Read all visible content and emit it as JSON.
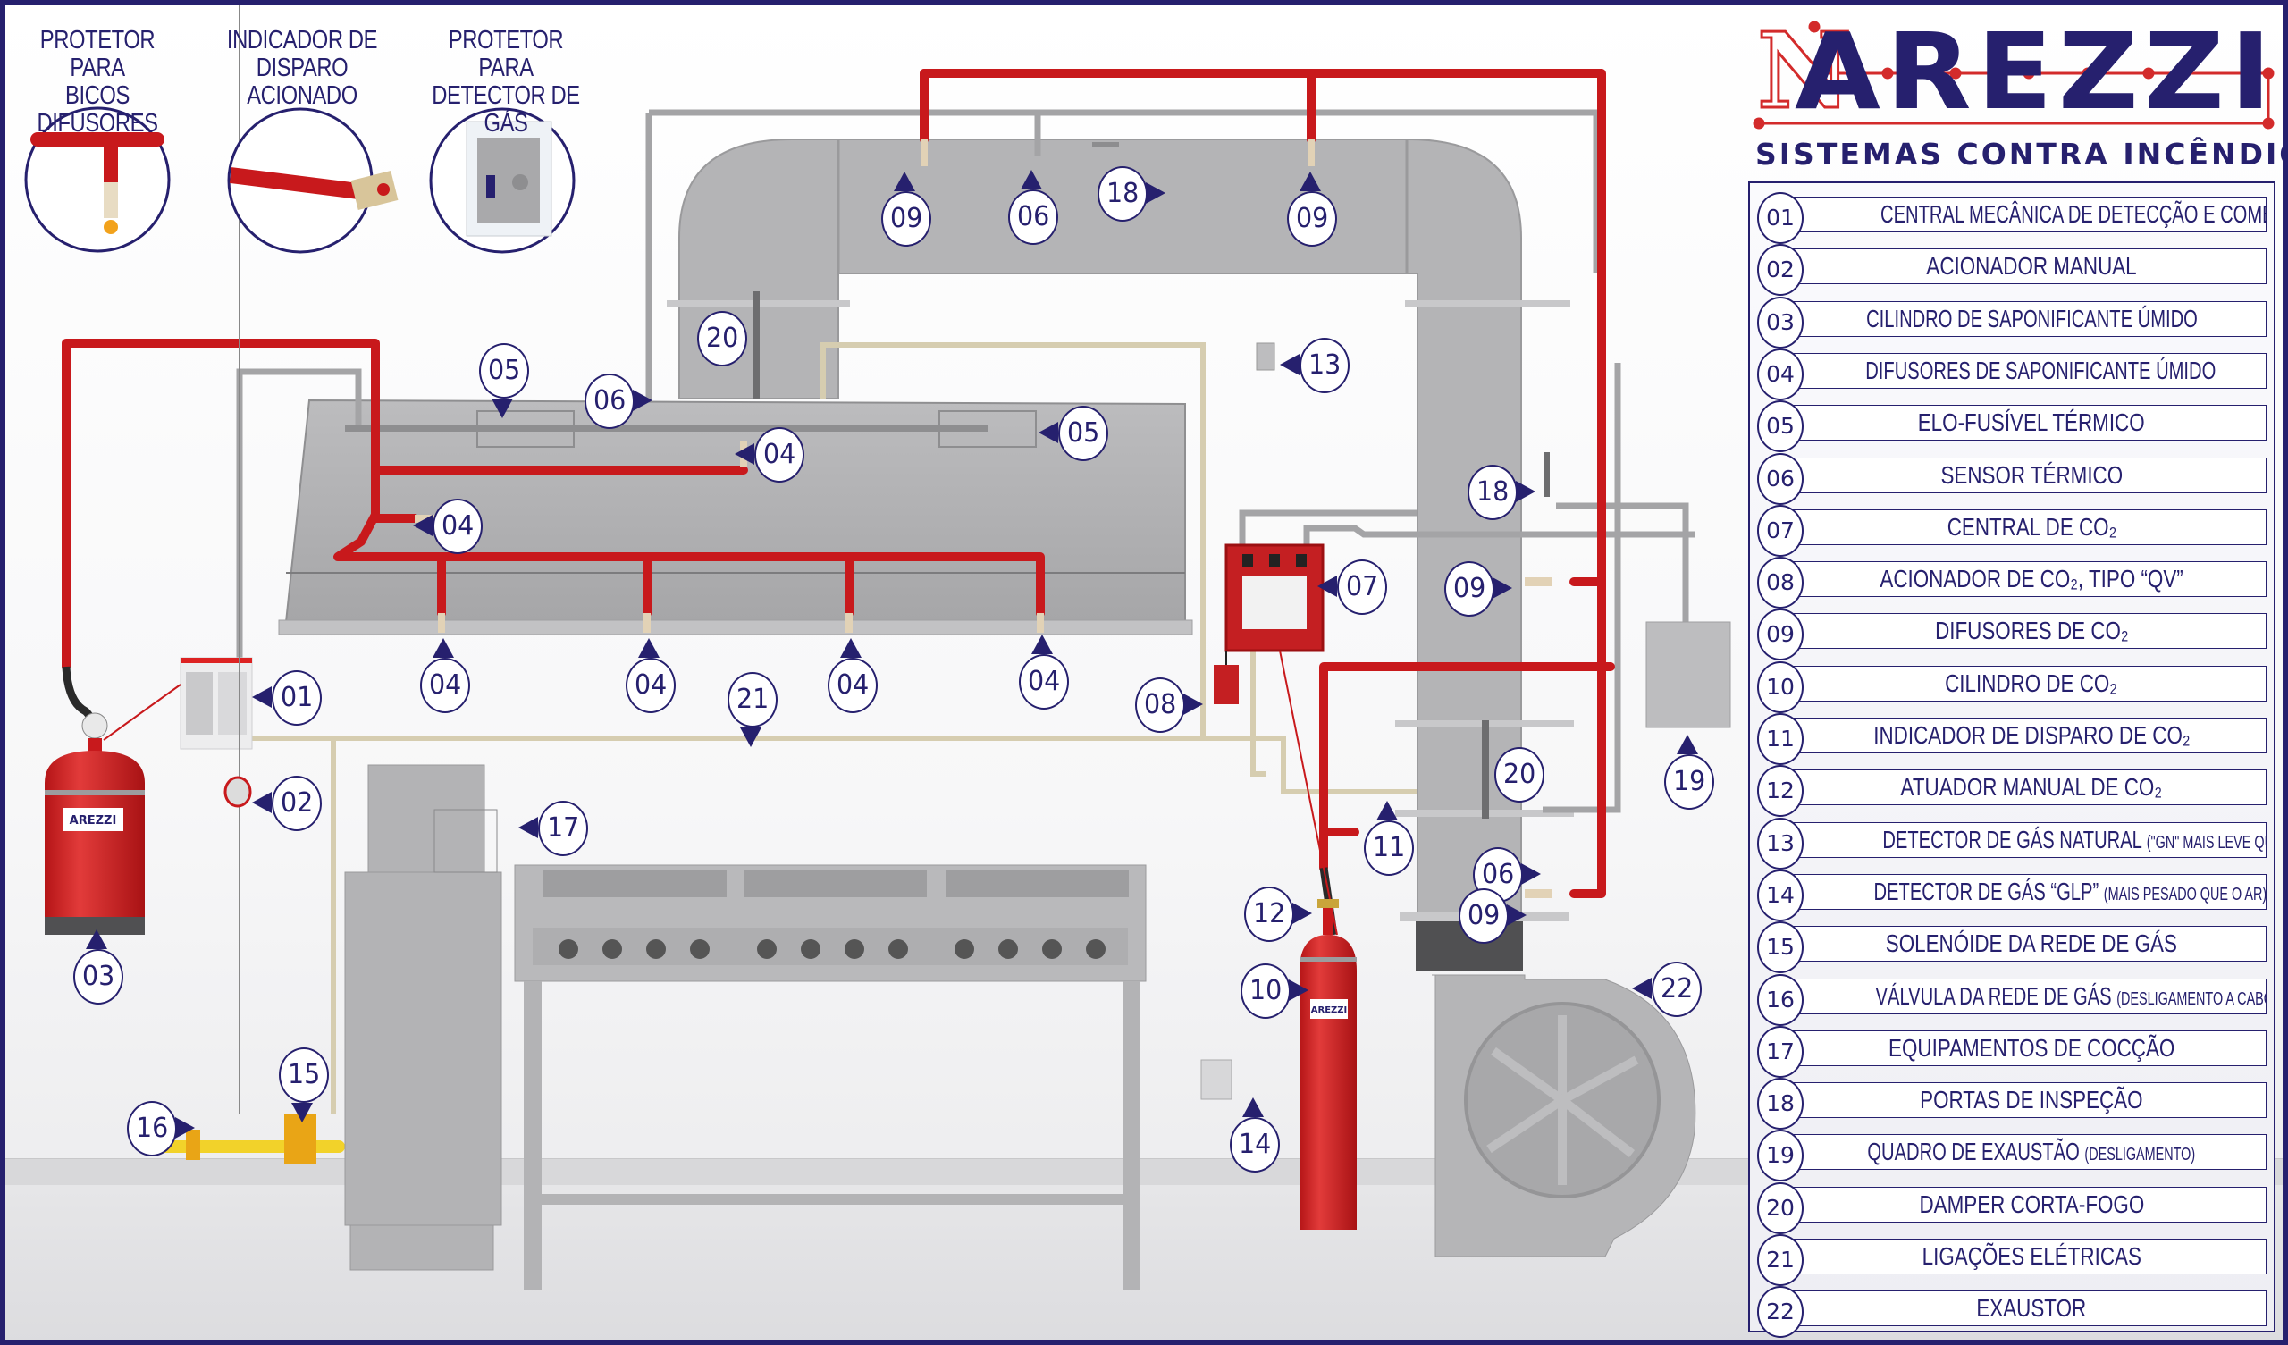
{
  "brand": {
    "name": "ARE­ZZI",
    "name_text": "AREZZI",
    "initial": "N",
    "tagline": "SISTEMAS CONTRA INCÊNDIO",
    "colors": {
      "navy": "#26206e",
      "red": "#d32b2b",
      "pipe_red": "#c8191c",
      "steel": "#a8a8aa",
      "cable_beige": "#d8cfb2",
      "gas_yellow": "#f2d22a"
    }
  },
  "details": [
    {
      "title_line1": "PROTETOR PARA",
      "title_line2": "BICOS DIFUSORES",
      "icon": "nozzle-protector-icon"
    },
    {
      "title_line1": "INDICADOR DE",
      "title_line2": "DISPARO ACIONADO",
      "icon": "discharge-indicator-icon"
    },
    {
      "title_line1": "PROTETOR PARA",
      "title_line2": "DETECTOR DE GÁS",
      "icon": "gas-detector-protector-icon"
    }
  ],
  "legend": [
    {
      "num": "01",
      "label": "CENTRAL MECÂNICA DE DETECÇÃO E COMBATE",
      "note": ""
    },
    {
      "num": "02",
      "label": "ACIONADOR MANUAL",
      "note": ""
    },
    {
      "num": "03",
      "label": "CILINDRO DE SAPONIFICANTE ÚMIDO",
      "note": ""
    },
    {
      "num": "04",
      "label": "DIFUSORES DE SAPONIFICANTE ÚMIDO",
      "note": ""
    },
    {
      "num": "05",
      "label": "ELO-FUSÍVEL TÉRMICO",
      "note": ""
    },
    {
      "num": "06",
      "label": "SENSOR TÉRMICO",
      "note": ""
    },
    {
      "num": "07",
      "label": "CENTRAL DE CO₂",
      "note": ""
    },
    {
      "num": "08",
      "label": "ACIONADOR DE CO₂, TIPO “QV”",
      "note": ""
    },
    {
      "num": "09",
      "label": "DIFUSORES DE CO₂",
      "note": ""
    },
    {
      "num": "10",
      "label": "CILINDRO DE CO₂",
      "note": ""
    },
    {
      "num": "11",
      "label": "INDICADOR DE DISPARO DE CO₂",
      "note": ""
    },
    {
      "num": "12",
      "label": "ATUADOR MANUAL DE CO₂",
      "note": ""
    },
    {
      "num": "13",
      "label": "DETECTOR DE GÁS NATURAL",
      "note": "(\"GN\" MAIS LEVE QUE O AR)"
    },
    {
      "num": "14",
      "label": "DETECTOR DE GÁS “GLP”",
      "note": "(MAIS PESADO QUE O AR)"
    },
    {
      "num": "15",
      "label": "SOLENÓIDE DA REDE DE GÁS",
      "note": ""
    },
    {
      "num": "16",
      "label": "VÁLVULA DA REDE DE GÁS",
      "note": "(DESLIGAMENTO A CABO)"
    },
    {
      "num": "17",
      "label": "EQUIPAMENTOS DE COCÇÃO",
      "note": ""
    },
    {
      "num": "18",
      "label": "PORTAS DE INSPEÇÃO",
      "note": ""
    },
    {
      "num": "19",
      "label": "QUADRO DE EXAUSTÃO",
      "note": "(DESLIGAMENTO)"
    },
    {
      "num": "20",
      "label": "DAMPER CORTA-FOGO",
      "note": ""
    },
    {
      "num": "21",
      "label": "LIGAÇÕES ELÉTRICAS",
      "note": ""
    },
    {
      "num": "22",
      "label": "EXAUSTOR",
      "note": ""
    }
  ],
  "callouts": [
    {
      "num": "01",
      "target": "central-mecanica",
      "dir": "left"
    },
    {
      "num": "02",
      "target": "acionador-manual",
      "dir": "left"
    },
    {
      "num": "03",
      "target": "cilindro-saponificante",
      "dir": "up"
    },
    {
      "num": "04",
      "target": "difusor-coifa-1",
      "dir": "up"
    },
    {
      "num": "04",
      "target": "difusor-coifa-2",
      "dir": "up"
    },
    {
      "num": "04",
      "target": "difusor-coifa-3",
      "dir": "up"
    },
    {
      "num": "04",
      "target": "difusor-coifa-4",
      "dir": "up"
    },
    {
      "num": "04",
      "target": "difusor-plenum-1",
      "dir": "left"
    },
    {
      "num": "04",
      "target": "difusor-plenum-2",
      "dir": "left"
    },
    {
      "num": "05",
      "target": "elo-fusivel-1",
      "dir": "down"
    },
    {
      "num": "05",
      "target": "elo-fusivel-2",
      "dir": "left"
    },
    {
      "num": "06",
      "target": "sensor-coifa",
      "dir": "right"
    },
    {
      "num": "06",
      "target": "sensor-duto-topo",
      "dir": "up"
    },
    {
      "num": "06",
      "target": "sensor-duto-vertical",
      "dir": "right"
    },
    {
      "num": "07",
      "target": "central-co2",
      "dir": "left"
    },
    {
      "num": "08",
      "target": "acionador-qv",
      "dir": "right"
    },
    {
      "num": "09",
      "target": "difusor-co2-1",
      "dir": "up"
    },
    {
      "num": "09",
      "target": "difusor-co2-2",
      "dir": "up"
    },
    {
      "num": "09",
      "target": "difusor-co2-3",
      "dir": "right"
    },
    {
      "num": "09",
      "target": "difusor-co2-4",
      "dir": "right"
    },
    {
      "num": "10",
      "target": "cilindro-co2",
      "dir": "right"
    },
    {
      "num": "11",
      "target": "indicador-disparo",
      "dir": "up"
    },
    {
      "num": "12",
      "target": "atuador-manual",
      "dir": "right"
    },
    {
      "num": "13",
      "target": "detector-gn",
      "dir": "left"
    },
    {
      "num": "14",
      "target": "detector-glp",
      "dir": "up"
    },
    {
      "num": "15",
      "target": "solenoide",
      "dir": "down"
    },
    {
      "num": "16",
      "target": "valvula-gas",
      "dir": "right"
    },
    {
      "num": "17",
      "target": "equipamentos-coccao",
      "dir": "left"
    },
    {
      "num": "18",
      "target": "porta-inspecao-topo",
      "dir": "right"
    },
    {
      "num": "18",
      "target": "porta-inspecao-vertical",
      "dir": "right"
    },
    {
      "num": "19",
      "target": "quadro-exaustao",
      "dir": "up"
    },
    {
      "num": "20",
      "target": "damper-1",
      "dir": "none"
    },
    {
      "num": "20",
      "target": "damper-2",
      "dir": "none"
    },
    {
      "num": "21",
      "target": "ligacoes-eletricas",
      "dir": "down"
    },
    {
      "num": "22",
      "target": "exaustor",
      "dir": "left"
    }
  ],
  "cylinder_label": "AREZZI"
}
